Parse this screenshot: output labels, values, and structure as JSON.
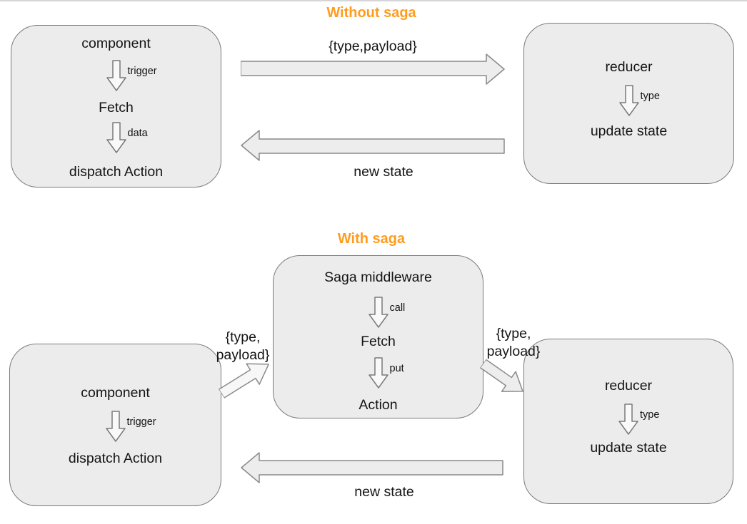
{
  "colors": {
    "title_orange": "#FF9C20",
    "box_fill": "#ECECEC",
    "box_border": "#7A7A7A",
    "arrow_fill": "#ECECEC",
    "arrow_outline": "#8A8A8A",
    "text": "#141414"
  },
  "without_saga": {
    "title": "Without saga",
    "component_box": {
      "title": "component",
      "step1_label": "trigger",
      "middle": "Fetch",
      "step2_label": "data",
      "bottom": "dispatch Action"
    },
    "reducer_box": {
      "title": "reducer",
      "step1_label": "type",
      "bottom": "update state"
    },
    "request_arrow_label": "{type,payload}",
    "response_arrow_label": "new state"
  },
  "with_saga": {
    "title": "With saga",
    "component_box": {
      "title": "component",
      "step1_label": "trigger",
      "bottom": "dispatch Action"
    },
    "saga_box": {
      "title": "Saga middleware",
      "step1_label": "call",
      "middle": "Fetch",
      "step2_label": "put",
      "bottom": "Action"
    },
    "reducer_box": {
      "title": "reducer",
      "step1_label": "type",
      "bottom": "update state"
    },
    "component_to_saga_label": {
      "line1": "{type,",
      "line2": "payload}"
    },
    "saga_to_reducer_label": {
      "line1": "{type,",
      "line2": "payload}"
    },
    "response_arrow_label": "new state"
  }
}
